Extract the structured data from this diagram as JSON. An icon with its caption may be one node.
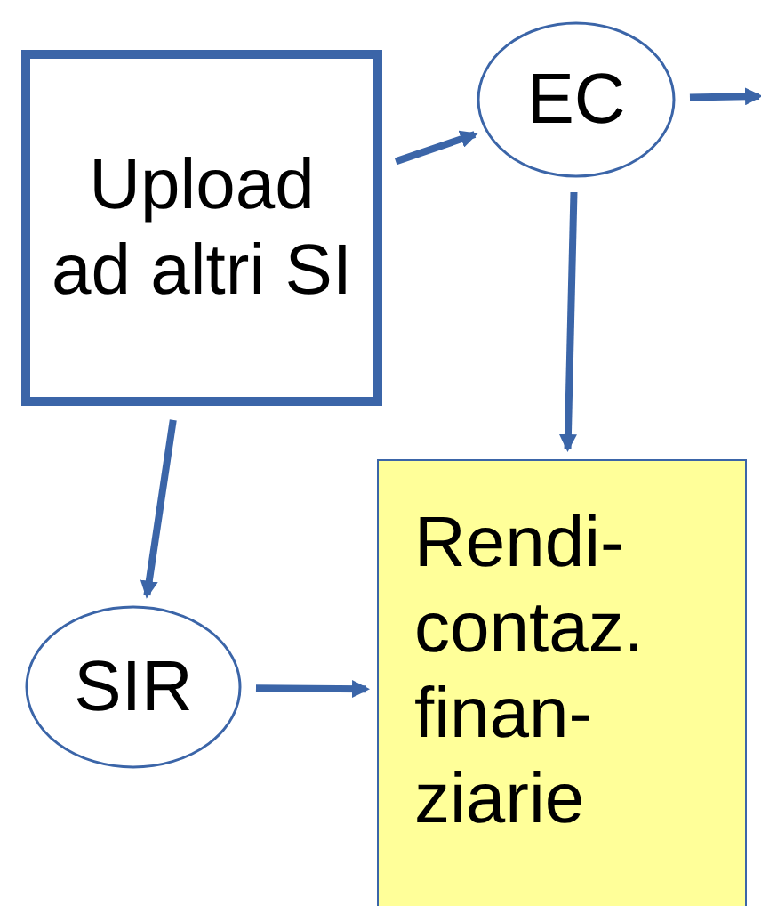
{
  "diagram": {
    "nodes": [
      {
        "text": [
          "Upload ad altri SI"
        ]
      },
      {
        "text": [
          "EC"
        ]
      },
      {
        "text": [
          "SIR"
        ]
      },
      {
        "text": [
          "Rendi- contaz. finan- ziarie"
        ]
      }
    ],
    "edges": [
      {
        "from": 0,
        "to": 1,
        "arrow": "to"
      },
      {
        "from": 1,
        "to": null,
        "arrow": "to"
      },
      {
        "from": 1,
        "to": 3,
        "arrow": "to"
      },
      {
        "from": 0,
        "to": 2,
        "arrow": "to"
      },
      {
        "from": 2,
        "to": 3,
        "arrow": "to"
      }
    ]
  }
}
